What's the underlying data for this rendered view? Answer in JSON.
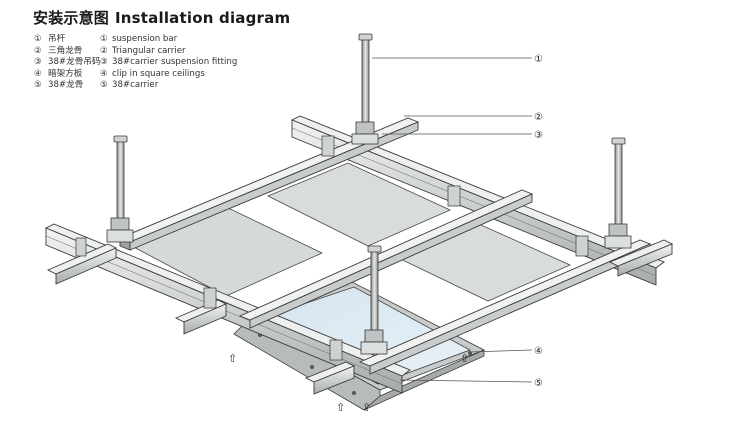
{
  "title": {
    "zh": "安装示意图",
    "en": "Installation diagram"
  },
  "legend": [
    {
      "num": "①",
      "zh": "吊杆",
      "en": "suspension bar"
    },
    {
      "num": "②",
      "zh": "三角龙骨",
      "en": "Triangular carrier"
    },
    {
      "num": "③",
      "zh": "38#龙骨吊码",
      "en": "38#carrier suspension fitting"
    },
    {
      "num": "④",
      "zh": "暗架方板",
      "en": "clip in square ceilings"
    },
    {
      "num": "⑤",
      "zh": "38#龙骨",
      "en": "38#carrier"
    }
  ],
  "callouts": [
    "①",
    "②",
    "③",
    "④",
    "⑤"
  ],
  "push_arrow_glyph": "⇧",
  "colors": {
    "metal_light": "#e4e6e6",
    "metal_mid": "#c9cccc",
    "metal_dark": "#9ea2a3",
    "outline": "#3a3a3a",
    "panel": "#d8dbdb",
    "panel_blue": "#dbe9f2"
  }
}
